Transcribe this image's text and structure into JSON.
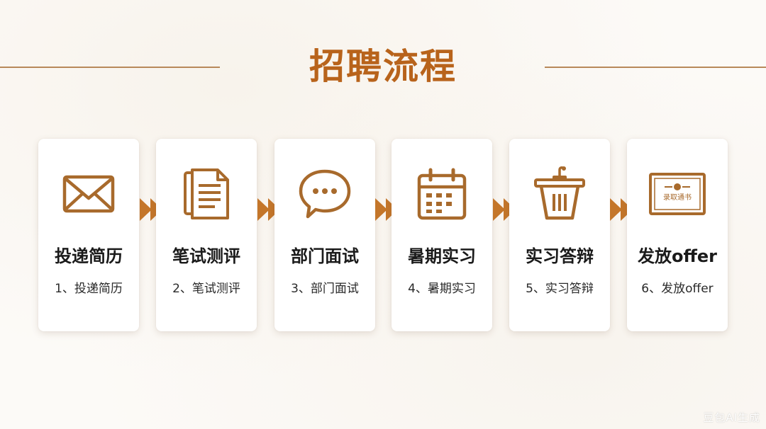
{
  "title": "招聘流程",
  "steps": [
    {
      "name": "投递简历",
      "desc": "1、投递简历",
      "icon": "envelope-icon"
    },
    {
      "name": "笔试测评",
      "desc": "2、笔试测评",
      "icon": "document-icon"
    },
    {
      "name": "部门面试",
      "desc": "3、部门面试",
      "icon": "chat-bubble-icon"
    },
    {
      "name": "暑期实习",
      "desc": "4、暑期实习",
      "icon": "calendar-icon"
    },
    {
      "name": "实习答辩",
      "desc": "5、实习答辩",
      "icon": "podium-icon"
    },
    {
      "name": "发放offer",
      "desc": "6、发放offer",
      "icon": "certificate-icon",
      "icon_text": "录取通书"
    }
  ],
  "watermark": "豆包AI生成",
  "colors": {
    "accent": "#b8631b",
    "icon": "#a86a2c",
    "arrow": "#c4762a",
    "rule": "#b8895a",
    "text": "#1a1a1a"
  }
}
